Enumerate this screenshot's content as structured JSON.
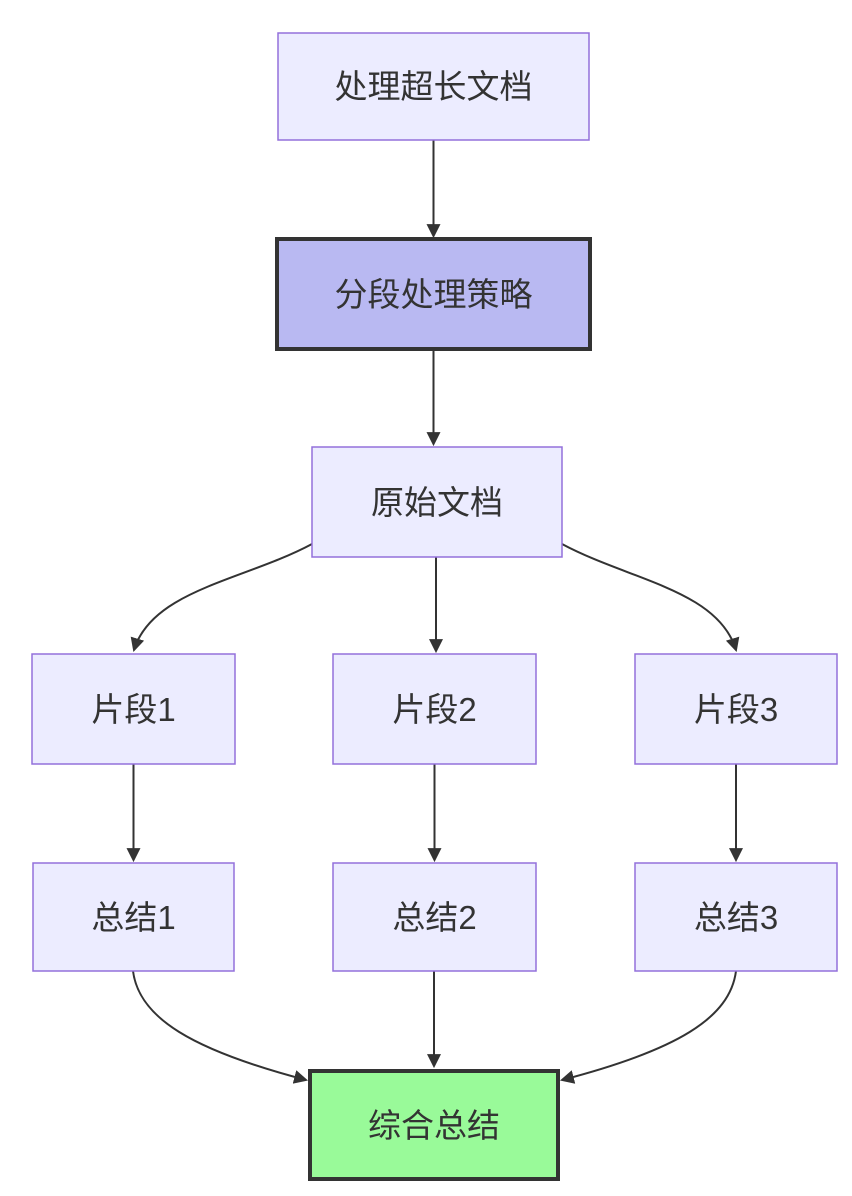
{
  "diagram": {
    "type": "flowchart",
    "direction": "top-down",
    "background": "#ffffff",
    "colors": {
      "node_fill": "#ECECFF",
      "node_border": "#9370DB",
      "highlight_fill": "#B9B9F2",
      "highlight_border": "#333333",
      "result_fill": "#99FA99",
      "result_border": "#333333",
      "edge": "#333333",
      "text": "#333333"
    },
    "nodes": [
      {
        "id": "A",
        "label": "处理超长文档",
        "style": "default"
      },
      {
        "id": "B",
        "label": "分段处理策略",
        "style": "highlight"
      },
      {
        "id": "C",
        "label": "原始文档",
        "style": "default"
      },
      {
        "id": "D1",
        "label": "片段1",
        "style": "default"
      },
      {
        "id": "D2",
        "label": "片段2",
        "style": "default"
      },
      {
        "id": "D3",
        "label": "片段3",
        "style": "default"
      },
      {
        "id": "E1",
        "label": "总结1",
        "style": "default"
      },
      {
        "id": "E2",
        "label": "总结2",
        "style": "default"
      },
      {
        "id": "E3",
        "label": "总结3",
        "style": "default"
      },
      {
        "id": "F",
        "label": "综合总结",
        "style": "result"
      }
    ],
    "edges": [
      {
        "from": "A",
        "to": "B"
      },
      {
        "from": "B",
        "to": "C"
      },
      {
        "from": "C",
        "to": "D1"
      },
      {
        "from": "C",
        "to": "D2"
      },
      {
        "from": "C",
        "to": "D3"
      },
      {
        "from": "D1",
        "to": "E1"
      },
      {
        "from": "D2",
        "to": "E2"
      },
      {
        "from": "D3",
        "to": "E3"
      },
      {
        "from": "E1",
        "to": "F"
      },
      {
        "from": "E2",
        "to": "F"
      },
      {
        "from": "E3",
        "to": "F"
      }
    ]
  }
}
